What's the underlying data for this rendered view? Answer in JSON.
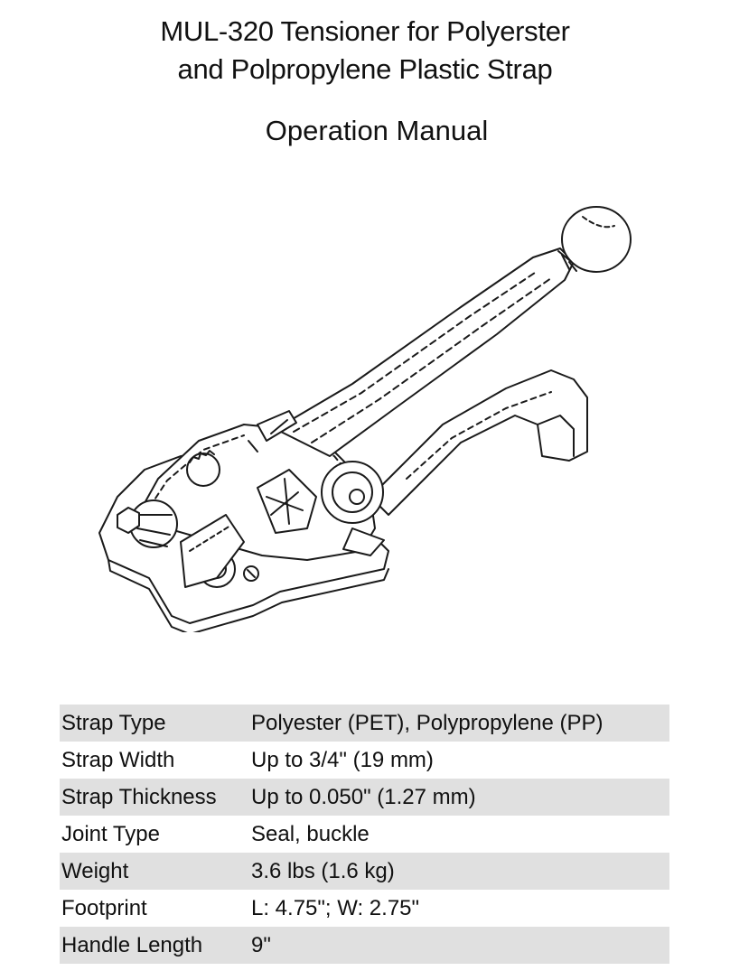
{
  "document": {
    "title_lines": [
      "MUL-320 Tensioner for Polyerster",
      "and Polpropylene Plastic Strap"
    ],
    "subtitle": "Operation Manual"
  },
  "figure": {
    "icon": "strap-tensioner-illustration"
  },
  "specs": {
    "rows": [
      {
        "label": "Strap Type",
        "value": "Polyester (PET), Polypropylene (PP)"
      },
      {
        "label": "Strap Width",
        "value": "Up to 3/4\" (19 mm)"
      },
      {
        "label": "Strap Thickness",
        "value": "Up to 0.050\" (1.27 mm)"
      },
      {
        "label": "Joint Type",
        "value": "Seal, buckle"
      },
      {
        "label": "Weight",
        "value": "3.6 lbs (1.6 kg)"
      },
      {
        "label": "Footprint",
        "value": "L: 4.75\"; W: 2.75\""
      },
      {
        "label": "Handle Length",
        "value": "9\""
      }
    ],
    "shade_color": "#e0e0e0"
  }
}
